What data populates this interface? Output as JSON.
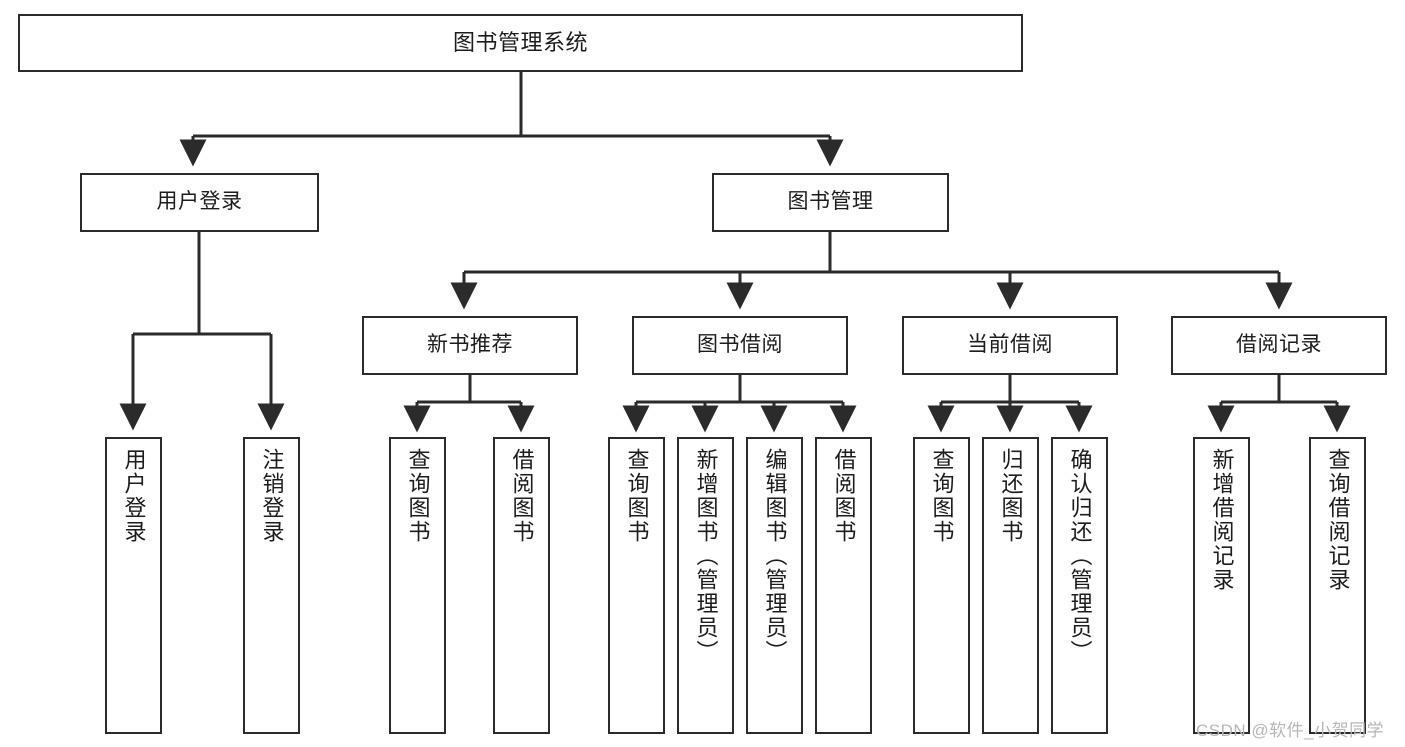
{
  "diagram": {
    "title": "图书管理系统",
    "type": "hierarchical-tree",
    "watermark": "CSDN @软件_小贺同学",
    "colors": {
      "stroke": "#2b2b2b",
      "fill": "#ffffff",
      "text": "#1c1c1c",
      "watermark": "#b6b6b6"
    },
    "levels": {
      "root": "图书管理系统",
      "level2": [
        "用户登录",
        "图书管理"
      ],
      "level3": [
        "新书推荐",
        "图书借阅",
        "当前借阅",
        "借阅记录"
      ]
    },
    "nodes": {
      "root": {
        "label": "图书管理系统"
      },
      "user_login": {
        "label": "用户登录"
      },
      "book_manage": {
        "label": "图书管理"
      },
      "new_book_rec": {
        "label": "新书推荐"
      },
      "book_borrow": {
        "label": "图书借阅"
      },
      "current_borrow": {
        "label": "当前借阅"
      },
      "borrow_record": {
        "label": "借阅记录"
      },
      "leaf_user_login": {
        "label": "用户登录"
      },
      "leaf_logout": {
        "label": "注销登录"
      },
      "leaf_query_book_1": {
        "label": "查询图书"
      },
      "leaf_borrow_book_1": {
        "label": "借阅图书"
      },
      "leaf_query_book_2": {
        "label": "查询图书"
      },
      "leaf_add_book": {
        "label": "新增图书（管理员）"
      },
      "leaf_edit_book": {
        "label": "编辑图书（管理员）"
      },
      "leaf_borrow_book_2": {
        "label": "借阅图书"
      },
      "leaf_query_book_3": {
        "label": "查询图书"
      },
      "leaf_return_book": {
        "label": "归还图书"
      },
      "leaf_confirm_return": {
        "label": "确认归还（管理员）"
      },
      "leaf_add_record": {
        "label": "新增借阅记录"
      },
      "leaf_query_record": {
        "label": "查询借阅记录"
      }
    }
  }
}
